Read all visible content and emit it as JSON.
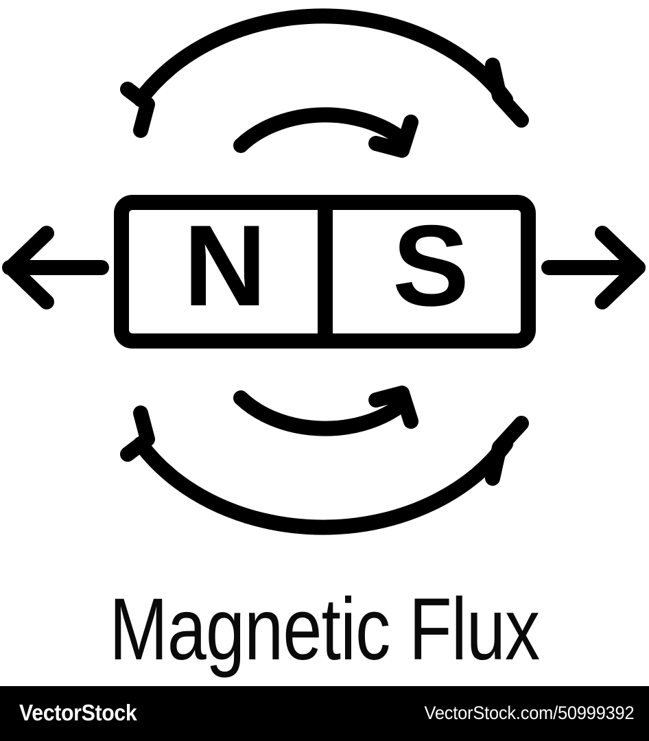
{
  "artwork": {
    "title": "Magnetic Flux",
    "stroke_color": "#000000",
    "background_color": "#ffffff",
    "magnet": {
      "north_label": "N",
      "south_label": "S"
    },
    "icons": {
      "arc_top_outer": "double-headed-arc-arrow",
      "arc_top_inner": "arc-arrow-right",
      "arc_bottom_outer": "double-headed-arc-arrow",
      "arc_bottom_inner": "arc-arrow-right",
      "arrow_left": "arrow-left-icon",
      "arrow_right": "arrow-right-icon"
    }
  },
  "footer": {
    "brand": "VectorStock",
    "url": "VectorStock.com/50999392",
    "background_color": "#000000",
    "text_color": "#ffffff"
  }
}
